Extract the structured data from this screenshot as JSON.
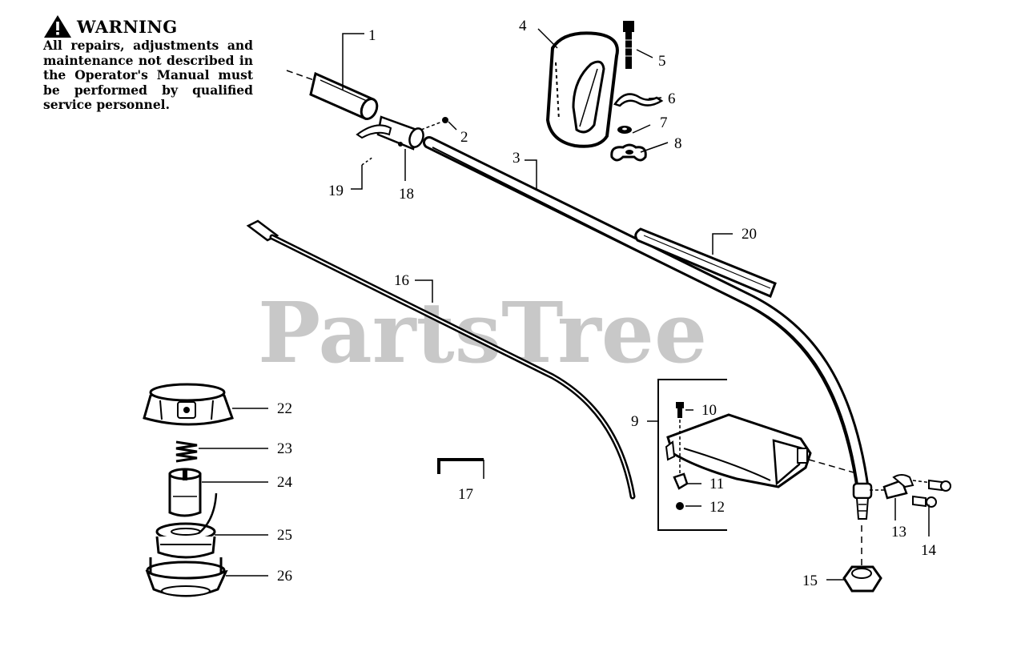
{
  "warning": {
    "title": "WARNING",
    "text": "All repairs, adjustments and maintenance not described in the Operator's Manual must be performed by qualified service personnel."
  },
  "watermark": "PartsTree",
  "callouts": {
    "c1": "1",
    "c2": "2",
    "c3": "3",
    "c4": "4",
    "c5": "5",
    "c6": "6",
    "c7": "7",
    "c8": "8",
    "c9": "9",
    "c10": "10",
    "c11": "11",
    "c12": "12",
    "c13": "13",
    "c14": "14",
    "c15": "15",
    "c16": "16",
    "c17": "17",
    "c18": "18",
    "c19": "19",
    "c20": "20",
    "c22": "22",
    "c23": "23",
    "c24": "24",
    "c25": "25",
    "c26": "26"
  }
}
